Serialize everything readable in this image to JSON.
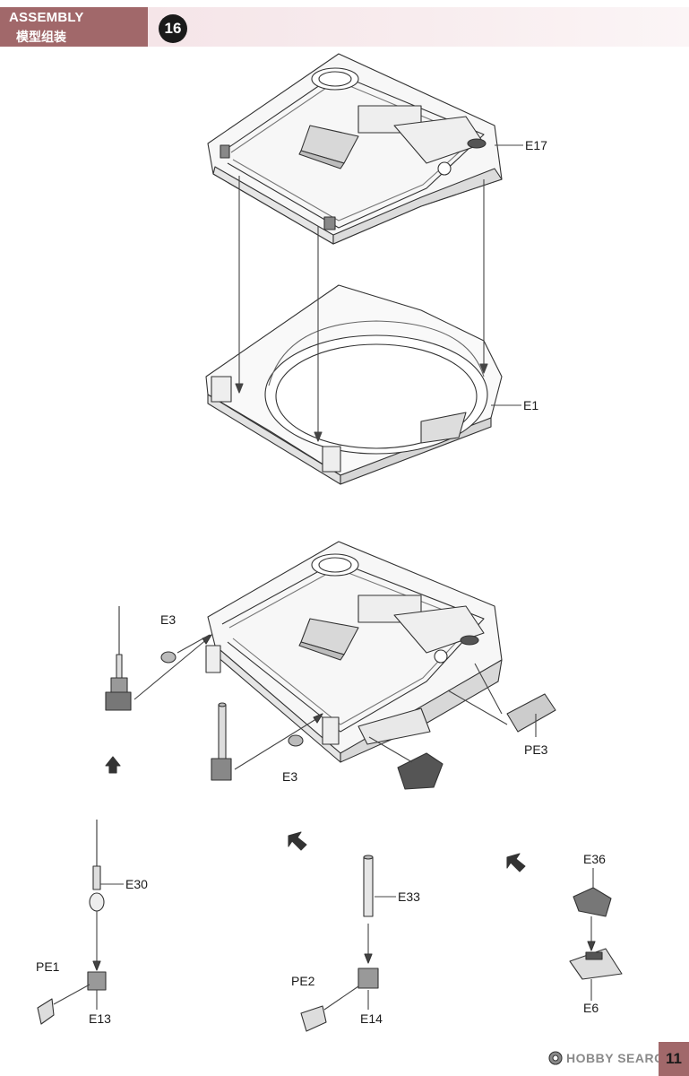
{
  "header": {
    "title_en": "ASSEMBLY",
    "title_cn": "模型组装",
    "step_number": "16"
  },
  "callouts": {
    "upper": {
      "e17": "E17",
      "e1": "E1"
    },
    "middle": {
      "e3_top": "E3",
      "e3_bottom": "E3",
      "pe3": "PE3"
    },
    "sub_e30": {
      "e30": "E30",
      "pe1": "PE1",
      "e13": "E13"
    },
    "sub_e33": {
      "e33": "E33",
      "pe2": "PE2",
      "e14": "E14"
    },
    "sub_e36": {
      "e36": "E36",
      "e6": "E6"
    }
  },
  "footer": {
    "watermark": "HOBBY SEARCH",
    "page_number": "11"
  },
  "icons": [
    "up-arrow-icon",
    "up-left-arrow-icon",
    "rotation-circle-icon"
  ],
  "colors": {
    "header_accent": "#a1686a",
    "header_band": "#f3e1e5",
    "line_art": "#333333"
  }
}
